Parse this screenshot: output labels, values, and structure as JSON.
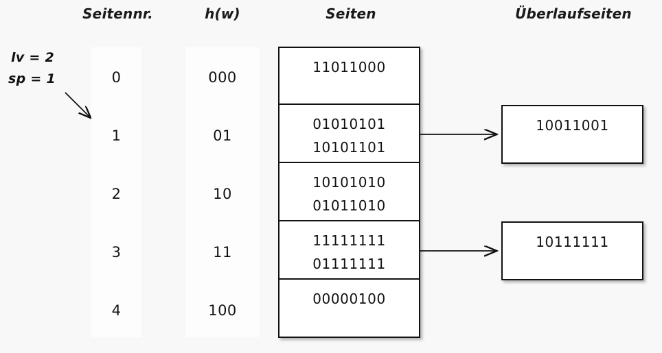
{
  "diagram": {
    "title_row": {
      "seitennr": "Seitennr.",
      "hw": "h(w)",
      "seiten": "Seiten",
      "ueberlaufseiten": "Überlaufseiten"
    },
    "parameters": {
      "lv": "lv = 2",
      "sp": "sp = 1",
      "pointer_icon": "diagonal-arrow-icon"
    },
    "page_numbers": [
      "0",
      "1",
      "2",
      "3",
      "4"
    ],
    "hash_values": [
      "000",
      "01",
      "10",
      "11",
      "100"
    ],
    "pages": [
      {
        "number": "0",
        "records": [
          "11011000"
        ]
      },
      {
        "number": "1",
        "records": [
          "01010101",
          "10101101"
        ]
      },
      {
        "number": "2",
        "records": [
          "10101010",
          "01011010"
        ]
      },
      {
        "number": "3",
        "records": [
          "11111111",
          "01111111"
        ]
      },
      {
        "number": "4",
        "records": [
          "00000100"
        ]
      }
    ],
    "overflow_pages": [
      {
        "from_page": "1",
        "records": [
          "10011001"
        ]
      },
      {
        "from_page": "3",
        "records": [
          "10111111"
        ]
      }
    ],
    "connectors": [
      {
        "name": "arrow-page1-to-overflow1",
        "icon": "right-arrow-icon"
      },
      {
        "name": "arrow-page3-to-overflow2",
        "icon": "right-arrow-icon"
      }
    ],
    "colors": {
      "background": "#f8f8f8",
      "column_fill": "#fdfdfd",
      "box_fill": "#ffffff",
      "stroke": "#111111",
      "text": "#131313"
    }
  }
}
